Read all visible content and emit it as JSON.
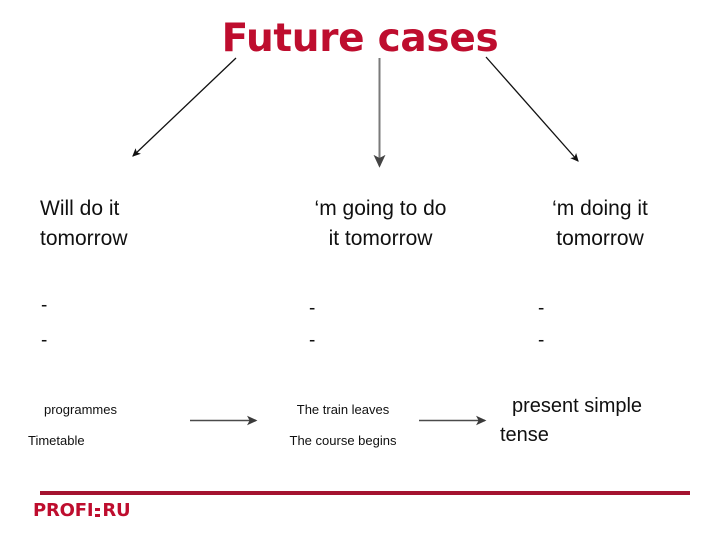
{
  "slide": {
    "title": "Future cases",
    "title_color": "#BE0D2E",
    "background_color": "#ffffff",
    "text_color": "#101010"
  },
  "columns": [
    {
      "id": "will",
      "heading": "Will do it\ntomorrow",
      "bullets": [
        "-",
        "-"
      ]
    },
    {
      "id": "going-to",
      "heading": "‘m going to do\n it tomorrow",
      "bullets": [
        "-",
        "-"
      ]
    },
    {
      "id": "present-continuous",
      "heading": "‘m doing it\n tomorrow",
      "bullets": [
        "-",
        "-"
      ]
    }
  ],
  "examples": {
    "group_1": {
      "line_1": "programmes",
      "line_2": "Timetable"
    },
    "group_2": {
      "line_1": "The train leaves",
      "line_2": "The course begins"
    },
    "group_3": {
      "line_1": " present simple",
      "line_2": "tense"
    }
  },
  "arrows": {
    "title_to_col_1": "arrow-down-left",
    "title_to_col_2": "arrow-down",
    "title_to_col_3": "arrow-down-right",
    "examples_1_to_2": "arrow-right",
    "examples_2_to_3": "arrow-right"
  },
  "footer": {
    "rule_color": "#A4122F",
    "logo_part_1": "PROFI",
    "logo_part_2": "RU"
  }
}
